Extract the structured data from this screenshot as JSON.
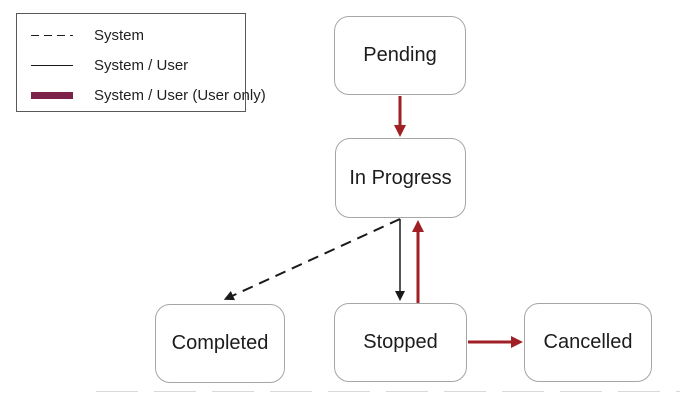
{
  "legend": {
    "items": [
      {
        "label": "System",
        "style": "dashed"
      },
      {
        "label": "System / User",
        "style": "solid"
      },
      {
        "label": "System / User (User only)",
        "style": "thick"
      }
    ]
  },
  "nodes": {
    "pending": "Pending",
    "in_progress": "In Progress",
    "completed": "Completed",
    "stopped": "Stopped",
    "cancelled": "Cancelled"
  },
  "edges": [
    {
      "from": "Pending",
      "to": "In Progress",
      "line": "thick-red"
    },
    {
      "from": "In Progress",
      "to": "Completed",
      "line": "dashed-black"
    },
    {
      "from": "In Progress",
      "to": "Stopped",
      "line": "thin-black"
    },
    {
      "from": "Stopped",
      "to": "In Progress",
      "line": "thick-red"
    },
    {
      "from": "Stopped",
      "to": "Cancelled",
      "line": "thick-red"
    }
  ],
  "colors": {
    "user_only_red": "#A02025",
    "legend_maroon": "#7D2248",
    "line_black": "#1A1A1A",
    "box_border": "#A6A6A6"
  }
}
